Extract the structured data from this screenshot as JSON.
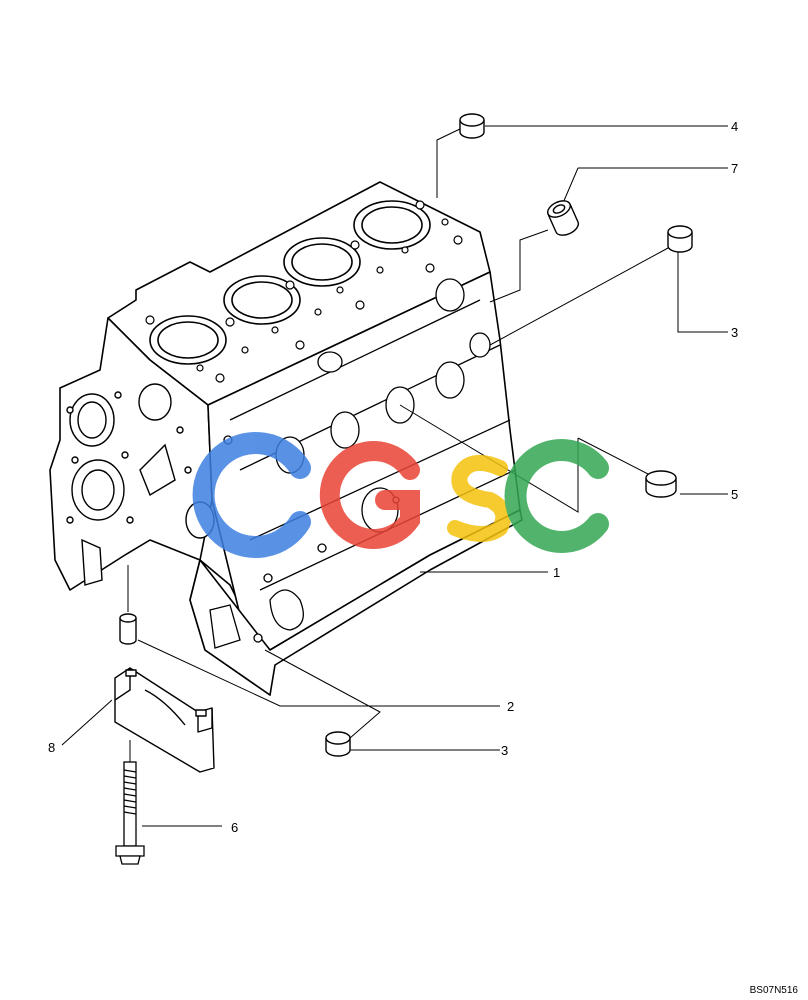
{
  "diagram": {
    "reference_code": "BS07N516",
    "watermark_text": "CGSC",
    "watermark_colors": [
      "#3d7fe0",
      "#ea4335",
      "#f4c20d",
      "#34a853"
    ],
    "callouts": [
      {
        "id": "c4",
        "label": "4"
      },
      {
        "id": "c7",
        "label": "7"
      },
      {
        "id": "c3a",
        "label": "3"
      },
      {
        "id": "c5",
        "label": "5"
      },
      {
        "id": "c1",
        "label": "1"
      },
      {
        "id": "c2",
        "label": "2"
      },
      {
        "id": "c3b",
        "label": "3"
      },
      {
        "id": "c8",
        "label": "8"
      },
      {
        "id": "c6",
        "label": "6"
      }
    ],
    "parts": [
      "engine-block",
      "plug-4",
      "bushing-7",
      "plug-3-upper",
      "plug-5",
      "dowel-pin-2",
      "plug-3-lower",
      "main-bearing-cap-8",
      "bolt-6"
    ]
  }
}
